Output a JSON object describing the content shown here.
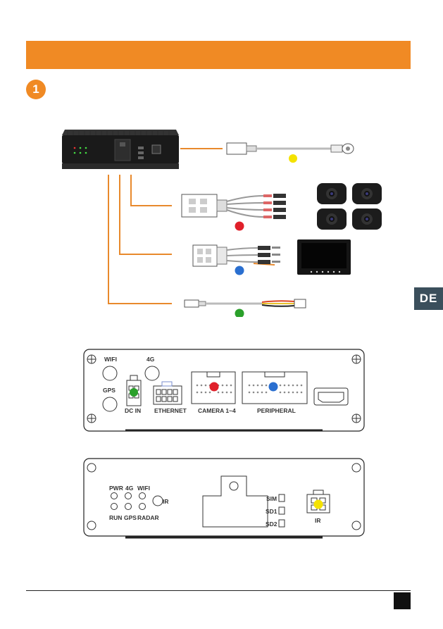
{
  "header": {
    "banner_color": "#f08a24"
  },
  "step": {
    "number": "1"
  },
  "side_tab": {
    "label": "DE"
  },
  "front_panel": {
    "wifi": "WIFI",
    "g4": "4G",
    "gps": "GPS",
    "dc_in": "DC IN",
    "ethernet": "ETHERNET",
    "camera": "CAMERA 1~4",
    "peripheral": "PERIPHERAL"
  },
  "back_panel": {
    "pwr": "PWR",
    "g4": "4G",
    "wifi": "WIFI",
    "ir_led": "IR",
    "run": "RUN",
    "gps": "GPS",
    "radar": "RADAR",
    "sim": "SIM",
    "sd1": "SD1",
    "sd2": "SD2",
    "ir_port": "IR"
  },
  "colors": {
    "yellow": "#f4e200",
    "red": "#e0202a",
    "blue": "#2a6fd0",
    "green": "#2aa02a",
    "orange": "#e8892c"
  }
}
